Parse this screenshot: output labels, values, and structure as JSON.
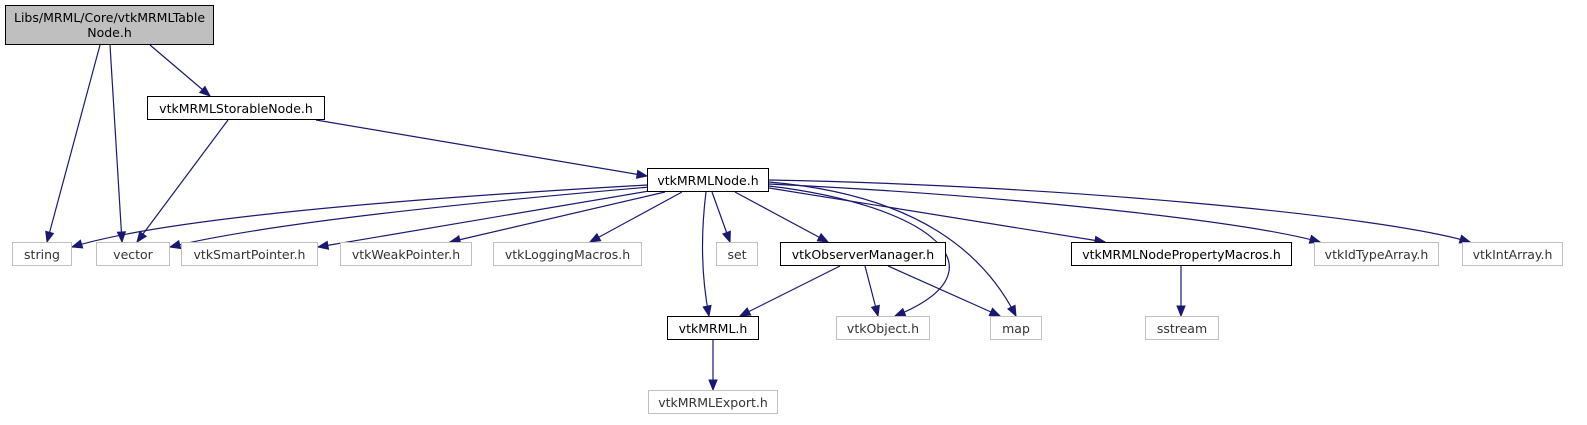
{
  "graph": {
    "nodes": {
      "root": "Libs/MRML/Core/vtkMRMLTable Node.h",
      "storable": "vtkMRMLStorableNode.h",
      "node": "vtkMRMLNode.h",
      "string": "string",
      "vector": "vector",
      "smartptr": "vtkSmartPointer.h",
      "weakptr": "vtkWeakPointer.h",
      "logging": "vtkLoggingMacros.h",
      "set": "set",
      "observer": "vtkObserverManager.h",
      "propmacros": "vtkMRMLNodePropertyMacros.h",
      "idtype": "vtkIdTypeArray.h",
      "intarray": "vtkIntArray.h",
      "mrml": "vtkMRML.h",
      "object": "vtkObject.h",
      "map": "map",
      "sstream": "sstream",
      "export": "vtkMRMLExport.h"
    },
    "edge_color": "#191970",
    "edges": [
      [
        "root",
        "string"
      ],
      [
        "root",
        "vector"
      ],
      [
        "root",
        "storable"
      ],
      [
        "storable",
        "vector"
      ],
      [
        "storable",
        "node"
      ],
      [
        "node",
        "string"
      ],
      [
        "node",
        "vector"
      ],
      [
        "node",
        "smartptr"
      ],
      [
        "node",
        "weakptr"
      ],
      [
        "node",
        "logging"
      ],
      [
        "node",
        "set"
      ],
      [
        "node",
        "observer"
      ],
      [
        "node",
        "propmacros"
      ],
      [
        "node",
        "idtype"
      ],
      [
        "node",
        "intarray"
      ],
      [
        "node",
        "mrml"
      ],
      [
        "node",
        "object"
      ],
      [
        "node",
        "map"
      ],
      [
        "observer",
        "mrml"
      ],
      [
        "observer",
        "object"
      ],
      [
        "observer",
        "map"
      ],
      [
        "propmacros",
        "sstream"
      ],
      [
        "mrml",
        "export"
      ]
    ]
  }
}
